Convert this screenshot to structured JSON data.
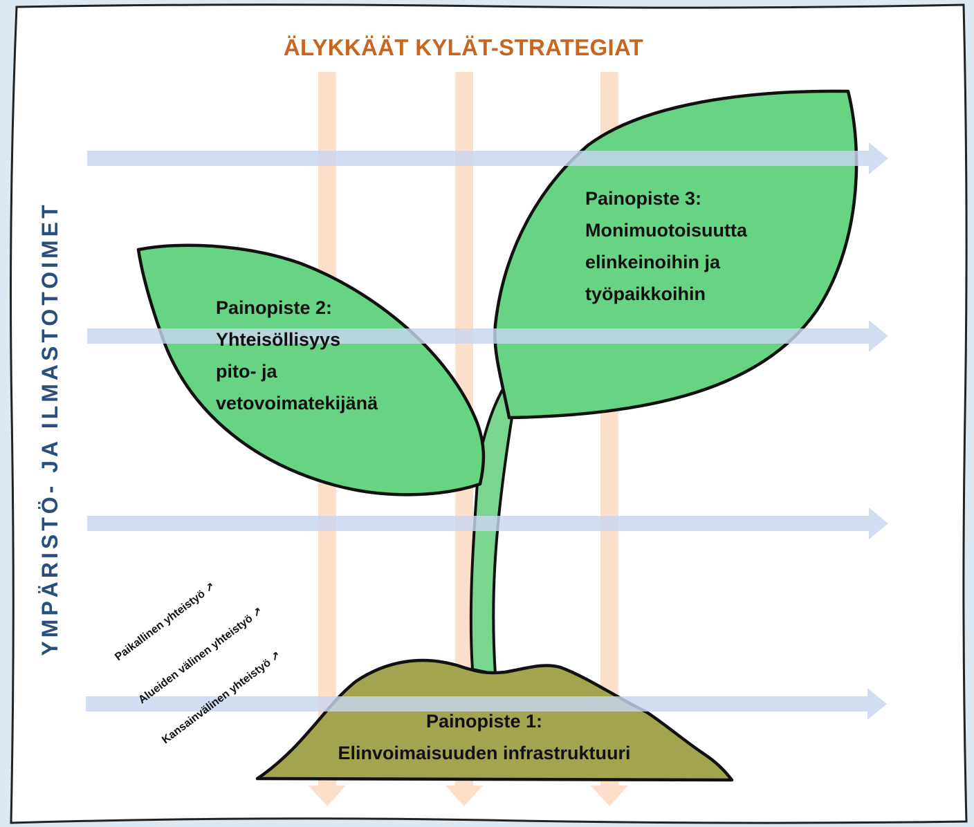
{
  "title": "ÄLYKKÄÄT KYLÄT-STRATEGIAT",
  "side_label": "YMPÄRISTÖ- JA ILMASTOTOIMET",
  "focus_areas": [
    {
      "lines": [
        "Painopiste 1:",
        "Elinvoimaisuuden infrastruktuuri"
      ]
    },
    {
      "lines": [
        "Painopiste 2:",
        "Yhteisöllisyys",
        "pito- ja",
        "vetovoimatekijänä"
      ]
    },
    {
      "lines": [
        "Painopiste 3:",
        "Monimuotoisuutta",
        "elinkeinoihin ja",
        "työpaikkoihin"
      ]
    }
  ],
  "cooperation_levels": [
    "Paikallinen yhteistyö ↗",
    "Alueiden välinen yhteistyö ↗",
    "Kansainvälinen yhteistyö ↗"
  ],
  "colors": {
    "background": "#dce9f2",
    "paper": "#ffffff",
    "leaf": "#66d483",
    "stem": "#7ad68e",
    "soil": "#a3a44f",
    "vertical_arrow": "#fbd9c1",
    "horizontal_arrow": "#c9d6ee",
    "title": "#c9651f",
    "side_label": "#2b4f7c",
    "outline": "#111111"
  }
}
